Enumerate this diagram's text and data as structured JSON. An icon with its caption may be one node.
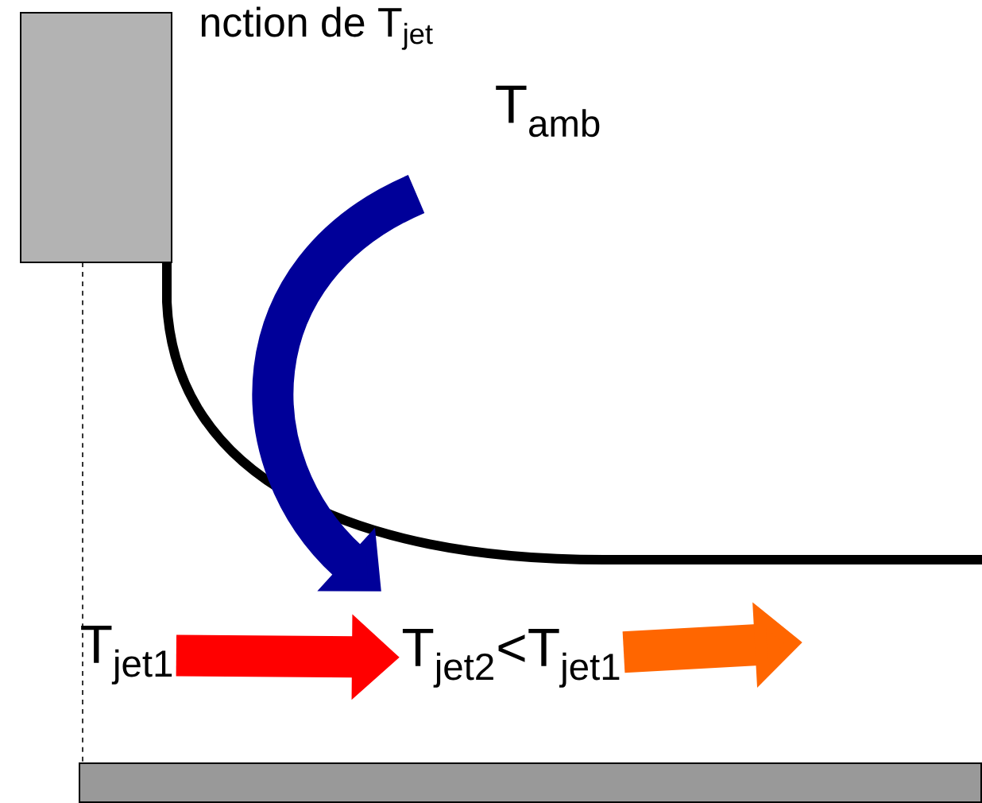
{
  "diagram": {
    "title": "nction de T$_{jet}$",
    "nodes": [
      {
        "text": [
          "T$_{amb}$"
        ]
      },
      {
        "text": [
          "T$_{jet1}$"
        ]
      },
      {
        "text": [
          "T$_{jet2}$<T$_{jet1}$"
        ]
      }
    ],
    "edges": [
      {
        "from": 0,
        "to": null,
        "arrow": "to",
        "color": "#000099"
      },
      {
        "from": 1,
        "to": 2,
        "arrow": "to",
        "color": "#ff0000"
      },
      {
        "from": 2,
        "to": null,
        "arrow": "to",
        "color": "#ff6600"
      }
    ]
  }
}
